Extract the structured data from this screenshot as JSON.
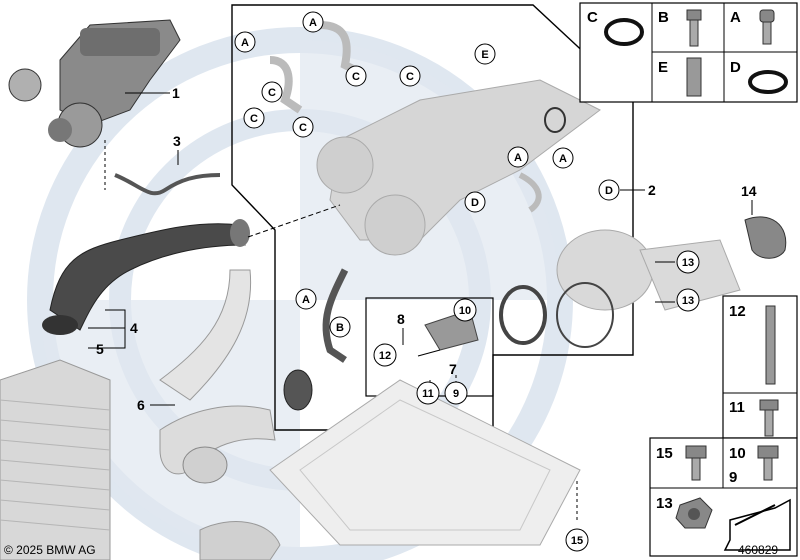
{
  "diagram": {
    "copyright": "© 2025 BMW AG",
    "image_number": "460829"
  },
  "legend": {
    "top": [
      {
        "letter": "C",
        "part": "o-ring"
      },
      {
        "letter": "B",
        "part": "hex-bolt"
      },
      {
        "letter": "A",
        "part": "socket-bolt"
      },
      {
        "letter": "E",
        "part": "stud-sleeve"
      },
      {
        "letter": "D",
        "part": "gasket-ring"
      }
    ],
    "side": [
      {
        "number": "12",
        "part": "stud"
      },
      {
        "number": "11",
        "part": "flange-bolt"
      },
      {
        "number": "15",
        "part": "hex-flange-bolt"
      },
      {
        "number": "10",
        "number2": "9",
        "part": "flange-bolt-small"
      },
      {
        "number": "13",
        "part": "flange-nut"
      }
    ]
  },
  "callouts": {
    "n1": "1",
    "n2": "2",
    "n3": "3",
    "n4": "4",
    "n5": "5",
    "n6": "6",
    "n7": "7",
    "n8": "8",
    "n9": "9",
    "n10": "10",
    "n11": "11",
    "n12": "12",
    "n13a": "13",
    "n13b": "13",
    "n14": "14",
    "n15": "15"
  },
  "circle_letters": {
    "a1": "A",
    "a2": "A",
    "a3": "A",
    "a4": "A",
    "a5": "A",
    "b1": "B",
    "c1": "C",
    "c2": "C",
    "c3": "C",
    "c4": "C",
    "c5": "C",
    "d1": "D",
    "d2": "D",
    "e1": "E"
  },
  "colors": {
    "watermark": "#dfe7f0",
    "line": "#000000",
    "part_light": "#d0d0d0",
    "part_dark": "#505050"
  }
}
